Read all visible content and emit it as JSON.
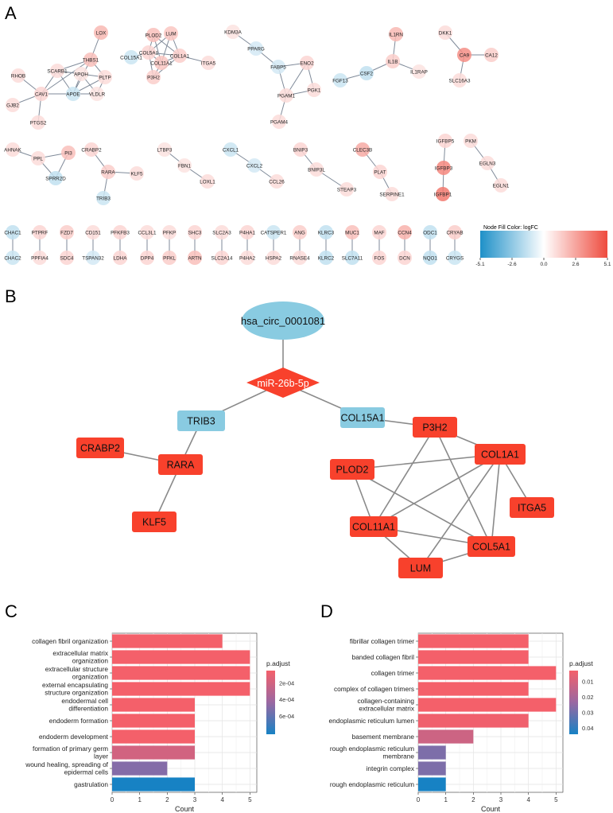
{
  "panel_labels": {
    "a": "A",
    "b": "B",
    "c": "C",
    "d": "D"
  },
  "colors": {
    "up": "#f2604f",
    "down": "#7ec4dc",
    "node_red": "#f8412c",
    "node_blue": "#89cbe1",
    "edge": "#8a8a8a"
  },
  "panel_a": {
    "legend": {
      "title": "Node Fill Color:  logFC",
      "ticks": [
        "-5.1",
        "-2.6",
        "0.0",
        "2.6",
        "5.1"
      ]
    },
    "nodes": [
      {
        "id": "LOX",
        "fc": 2.0
      },
      {
        "id": "THBS1",
        "fc": 1.8
      },
      {
        "id": "RHOB",
        "fc": 1.0
      },
      {
        "id": "SCARB1",
        "fc": 1.0
      },
      {
        "id": "APOH",
        "fc": 0.8
      },
      {
        "id": "PLTP",
        "fc": 1.0
      },
      {
        "id": "CAV1",
        "fc": 1.2
      },
      {
        "id": "APOE",
        "fc": -1.2
      },
      {
        "id": "VLDLR",
        "fc": 0.8
      },
      {
        "id": "GJB2",
        "fc": 1.0
      },
      {
        "id": "PTGS2",
        "fc": 1.0
      },
      {
        "id": "PLOD2",
        "fc": 1.8
      },
      {
        "id": "LUM",
        "fc": 1.6
      },
      {
        "id": "COL5A1",
        "fc": 1.2
      },
      {
        "id": "COL15A1",
        "fc": -1.2
      },
      {
        "id": "COL11A1",
        "fc": 1.6
      },
      {
        "id": "COL1A1",
        "fc": 1.4
      },
      {
        "id": "ITGA5",
        "fc": 1.0
      },
      {
        "id": "P3H2",
        "fc": 1.4
      },
      {
        "id": "KDM3A",
        "fc": 0.8
      },
      {
        "id": "PPARG",
        "fc": -1.0
      },
      {
        "id": "FABP5",
        "fc": -1.0
      },
      {
        "id": "ENO2",
        "fc": 1.2
      },
      {
        "id": "PGK1",
        "fc": 1.0
      },
      {
        "id": "PGAM1",
        "fc": 1.0
      },
      {
        "id": "PGAM4",
        "fc": 1.0
      },
      {
        "id": "IL1RN",
        "fc": 2.0
      },
      {
        "id": "IL1B",
        "fc": 1.4
      },
      {
        "id": "CSF2",
        "fc": -1.4
      },
      {
        "id": "FGF13",
        "fc": -1.2
      },
      {
        "id": "IL1RAP",
        "fc": 0.8
      },
      {
        "id": "DKK1",
        "fc": 1.0
      },
      {
        "id": "CA9",
        "fc": 3.2
      },
      {
        "id": "CA12",
        "fc": 1.4
      },
      {
        "id": "SLC16A3",
        "fc": 1.0
      },
      {
        "id": "AHNAK",
        "fc": 1.0
      },
      {
        "id": "PPL",
        "fc": 1.0
      },
      {
        "id": "PI3",
        "fc": 1.8
      },
      {
        "id": "SPRR2D",
        "fc": -1.4
      },
      {
        "id": "CRABP2",
        "fc": 1.2
      },
      {
        "id": "RARA",
        "fc": 1.4
      },
      {
        "id": "KLF5",
        "fc": 1.0
      },
      {
        "id": "TRIB3",
        "fc": -1.2
      },
      {
        "id": "LTBP3",
        "fc": 0.8
      },
      {
        "id": "FBN1",
        "fc": 0.8
      },
      {
        "id": "LOXL1",
        "fc": 1.0
      },
      {
        "id": "CXCL1",
        "fc": -1.2
      },
      {
        "id": "CXCL2",
        "fc": -1.0
      },
      {
        "id": "CCL26",
        "fc": 1.0
      },
      {
        "id": "BNIP3",
        "fc": 1.2
      },
      {
        "id": "BNIP3L",
        "fc": 1.0
      },
      {
        "id": "STEAP3",
        "fc": 1.0
      },
      {
        "id": "CLEC3B",
        "fc": 2.4
      },
      {
        "id": "PLAT",
        "fc": 1.2
      },
      {
        "id": "SERPINE1",
        "fc": 1.0
      },
      {
        "id": "IGFBP5",
        "fc": 1.2
      },
      {
        "id": "IGFBP3",
        "fc": 3.4
      },
      {
        "id": "IGFBP1",
        "fc": 3.8
      },
      {
        "id": "PKM",
        "fc": 1.0
      },
      {
        "id": "EGLN3",
        "fc": 1.0
      },
      {
        "id": "EGLN1",
        "fc": 1.0
      },
      {
        "id": "CHAC1",
        "fc": -1.4
      },
      {
        "id": "CHAC2",
        "fc": -1.2
      },
      {
        "id": "PTPRF",
        "fc": 1.2
      },
      {
        "id": "PPFIA4",
        "fc": 1.0
      },
      {
        "id": "FZD7",
        "fc": 1.4
      },
      {
        "id": "SDC4",
        "fc": 1.2
      },
      {
        "id": "CD151",
        "fc": 1.0
      },
      {
        "id": "TSPAN32",
        "fc": -1.0
      },
      {
        "id": "PFKFB3",
        "fc": 1.2
      },
      {
        "id": "LDHA",
        "fc": 1.2
      },
      {
        "id": "CCL3L1",
        "fc": 1.0
      },
      {
        "id": "DPP4",
        "fc": 1.2
      },
      {
        "id": "PFKP",
        "fc": 1.0
      },
      {
        "id": "PFKL",
        "fc": 1.4
      },
      {
        "id": "SHC3",
        "fc": 1.2
      },
      {
        "id": "ARTN",
        "fc": 1.8
      },
      {
        "id": "SLC2A3",
        "fc": 1.0
      },
      {
        "id": "SLC2A14",
        "fc": 1.2
      },
      {
        "id": "P4HA1",
        "fc": 1.2
      },
      {
        "id": "P4HA2",
        "fc": 1.0
      },
      {
        "id": "CATSPER1",
        "fc": -1.2
      },
      {
        "id": "HSPA2",
        "fc": 1.0
      },
      {
        "id": "ANG",
        "fc": 1.4
      },
      {
        "id": "RNASE4",
        "fc": 1.0
      },
      {
        "id": "KLRC3",
        "fc": -1.4
      },
      {
        "id": "KLRC2",
        "fc": -1.4
      },
      {
        "id": "MUC1",
        "fc": 1.8
      },
      {
        "id": "SLC7A11",
        "fc": -1.4
      },
      {
        "id": "MAF",
        "fc": 1.2
      },
      {
        "id": "FOS",
        "fc": 1.2
      },
      {
        "id": "CCN4",
        "fc": 2.2
      },
      {
        "id": "DCN",
        "fc": 1.2
      },
      {
        "id": "ODC1",
        "fc": -1.4
      },
      {
        "id": "NQO1",
        "fc": -1.4
      },
      {
        "id": "CRYAB",
        "fc": 1.4
      },
      {
        "id": "CRYGS",
        "fc": -1.2
      }
    ],
    "edges": [
      [
        "LOX",
        "THBS1"
      ],
      [
        "THBS1",
        "SCARB1"
      ],
      [
        "THBS1",
        "APOE"
      ],
      [
        "THBS1",
        "CAV1"
      ],
      [
        "THBS1",
        "PLTP"
      ],
      [
        "SCARB1",
        "APOE"
      ],
      [
        "SCARB1",
        "CAV1"
      ],
      [
        "SCARB1",
        "APOH"
      ],
      [
        "SCARB1",
        "PLTP"
      ],
      [
        "APOH",
        "APOE"
      ],
      [
        "APOH",
        "VLDLR"
      ],
      [
        "PLTP",
        "APOE"
      ],
      [
        "PLTP",
        "VLDLR"
      ],
      [
        "APOE",
        "VLDLR"
      ],
      [
        "CAV1",
        "APOE"
      ],
      [
        "CAV1",
        "RHOB"
      ],
      [
        "CAV1",
        "GJB2"
      ],
      [
        "CAV1",
        "PTGS2"
      ],
      [
        "CAV1",
        "VLDLR"
      ],
      [
        "PLOD2",
        "COL5A1"
      ],
      [
        "PLOD2",
        "COL11A1"
      ],
      [
        "PLOD2",
        "COL1A1"
      ],
      [
        "LUM",
        "COL5A1"
      ],
      [
        "LUM",
        "COL1A1"
      ],
      [
        "LUM",
        "COL11A1"
      ],
      [
        "COL15A1",
        "COL5A1"
      ],
      [
        "COL5A1",
        "COL11A1"
      ],
      [
        "COL5A1",
        "COL1A1"
      ],
      [
        "COL11A1",
        "COL1A1"
      ],
      [
        "COL1A1",
        "ITGA5"
      ],
      [
        "P3H2",
        "COL5A1"
      ],
      [
        "P3H2",
        "COL1A1"
      ],
      [
        "P3H2",
        "COL11A1"
      ],
      [
        "KDM3A",
        "PPARG"
      ],
      [
        "PPARG",
        "FABP5"
      ],
      [
        "FABP5",
        "ENO2"
      ],
      [
        "FABP5",
        "PGAM1"
      ],
      [
        "ENO2",
        "PGK1"
      ],
      [
        "ENO2",
        "PGAM1"
      ],
      [
        "PGK1",
        "PGAM1"
      ],
      [
        "PGAM1",
        "PGAM4"
      ],
      [
        "IL1RN",
        "IL1B"
      ],
      [
        "IL1B",
        "CSF2"
      ],
      [
        "IL1B",
        "IL1RAP"
      ],
      [
        "CSF2",
        "FGF13"
      ],
      [
        "DKK1",
        "CA9"
      ],
      [
        "CA9",
        "CA12"
      ],
      [
        "CA9",
        "SLC16A3"
      ],
      [
        "AHNAK",
        "PPL"
      ],
      [
        "PPL",
        "PI3"
      ],
      [
        "PPL",
        "SPRR2D"
      ],
      [
        "PI3",
        "SPRR2D"
      ],
      [
        "CRABP2",
        "RARA"
      ],
      [
        "RARA",
        "KLF5"
      ],
      [
        "RARA",
        "TRIB3"
      ],
      [
        "LTBP3",
        "FBN1"
      ],
      [
        "FBN1",
        "LOXL1"
      ],
      [
        "CXCL1",
        "CXCL2"
      ],
      [
        "CXCL2",
        "CCL26"
      ],
      [
        "BNIP3",
        "BNIP3L"
      ],
      [
        "BNIP3L",
        "STEAP3"
      ],
      [
        "CLEC3B",
        "PLAT"
      ],
      [
        "PLAT",
        "SERPINE1"
      ],
      [
        "IGFBP5",
        "IGFBP3"
      ],
      [
        "IGFBP3",
        "IGFBP1"
      ],
      [
        "PKM",
        "EGLN3"
      ],
      [
        "EGLN3",
        "EGLN1"
      ],
      [
        "CHAC1",
        "CHAC2"
      ],
      [
        "PTPRF",
        "PPFIA4"
      ],
      [
        "FZD7",
        "SDC4"
      ],
      [
        "CD151",
        "TSPAN32"
      ],
      [
        "PFKFB3",
        "LDHA"
      ],
      [
        "CCL3L1",
        "DPP4"
      ],
      [
        "PFKP",
        "PFKL"
      ],
      [
        "SHC3",
        "ARTN"
      ],
      [
        "SLC2A3",
        "SLC2A14"
      ],
      [
        "P4HA1",
        "P4HA2"
      ],
      [
        "CATSPER1",
        "HSPA2"
      ],
      [
        "ANG",
        "RNASE4"
      ],
      [
        "KLRC3",
        "KLRC2"
      ],
      [
        "MUC1",
        "SLC7A11"
      ],
      [
        "MAF",
        "FOS"
      ],
      [
        "CCN4",
        "DCN"
      ],
      [
        "ODC1",
        "NQO1"
      ],
      [
        "CRYAB",
        "CRYGS"
      ]
    ]
  },
  "panel_b": {
    "circ": "hsa_circ_0001081",
    "mirna": "miR-26b-5p",
    "nodes": [
      {
        "id": "TRIB3",
        "type": "down"
      },
      {
        "id": "COL15A1",
        "type": "down"
      },
      {
        "id": "CRABP2",
        "type": "up"
      },
      {
        "id": "RARA",
        "type": "up"
      },
      {
        "id": "KLF5",
        "type": "up"
      },
      {
        "id": "P3H2",
        "type": "up"
      },
      {
        "id": "COL1A1",
        "type": "up"
      },
      {
        "id": "PLOD2",
        "type": "up"
      },
      {
        "id": "ITGA5",
        "type": "up"
      },
      {
        "id": "COL11A1",
        "type": "up"
      },
      {
        "id": "COL5A1",
        "type": "up"
      },
      {
        "id": "LUM",
        "type": "up"
      }
    ],
    "edges": [
      [
        "circ",
        "mirna"
      ],
      [
        "mirna",
        "TRIB3"
      ],
      [
        "mirna",
        "COL15A1"
      ],
      [
        "CRABP2",
        "RARA"
      ],
      [
        "TRIB3",
        "RARA"
      ],
      [
        "RARA",
        "KLF5"
      ],
      [
        "COL15A1",
        "P3H2"
      ],
      [
        "P3H2",
        "COL1A1"
      ],
      [
        "P3H2",
        "COL11A1"
      ],
      [
        "P3H2",
        "COL5A1"
      ],
      [
        "PLOD2",
        "COL1A1"
      ],
      [
        "PLOD2",
        "COL11A1"
      ],
      [
        "PLOD2",
        "COL5A1"
      ],
      [
        "COL1A1",
        "ITGA5"
      ],
      [
        "COL1A1",
        "COL11A1"
      ],
      [
        "COL1A1",
        "COL5A1"
      ],
      [
        "COL1A1",
        "LUM"
      ],
      [
        "COL11A1",
        "COL5A1"
      ],
      [
        "COL11A1",
        "LUM"
      ],
      [
        "LUM",
        "COL5A1"
      ]
    ]
  },
  "chart_data": [
    {
      "type": "bar",
      "panel": "C",
      "categories": [
        "collagen fibril organization",
        "extracellular matrix\norganization",
        "extracellular structure\norganization",
        "external encapsulating\nstructure organization",
        "endodermal cell\ndifferentiation",
        "endoderm formation",
        "endoderm development",
        "formation of primary germ\nlayer",
        "wound healing, spreading of\nepidermal cells",
        "gastrulation"
      ],
      "values": [
        4,
        5,
        5,
        5,
        3,
        3,
        3,
        3,
        2,
        3
      ],
      "p_adjust": [
        5e-05,
        5e-05,
        5e-05,
        5e-05,
        5e-05,
        5e-05,
        5e-05,
        0.0002,
        0.0005,
        0.00082
      ],
      "xlabel": "Count",
      "xlim": [
        0,
        5.25
      ],
      "x_ticks": [
        "0",
        "1",
        "2",
        "3",
        "4",
        "5"
      ],
      "legend": {
        "title": "p.adjust",
        "ticks": [
          "2e-04",
          "4e-04",
          "6e-04"
        ],
        "range": [
          5e-05,
          0.00082
        ],
        "tick_values": [
          0.0002,
          0.0004,
          0.0006
        ]
      }
    },
    {
      "type": "bar",
      "panel": "D",
      "categories": [
        "fibrillar collagen trimer",
        "banded collagen fibril",
        "collagen trimer",
        "complex of collagen trimers",
        "collagen-containing\nextracellular matrix",
        "endoplasmic reticulum lumen",
        "basement membrane",
        "rough endoplasmic reticulum\nmembrane",
        "integrin complex",
        "rough endoplasmic reticulum"
      ],
      "values": [
        4,
        4,
        5,
        4,
        5,
        4,
        2,
        1,
        1,
        1
      ],
      "p_adjust": [
        0.003,
        0.003,
        0.003,
        0.003,
        0.003,
        0.004,
        0.012,
        0.028,
        0.028,
        0.044
      ],
      "xlabel": "Count",
      "xlim": [
        0,
        5.25
      ],
      "x_ticks": [
        "0",
        "1",
        "2",
        "3",
        "4",
        "5"
      ],
      "legend": {
        "title": "p.adjust",
        "ticks": [
          "0.01",
          "0.02",
          "0.03",
          "0.04"
        ],
        "range": [
          0.003,
          0.044
        ],
        "tick_values": [
          0.01,
          0.02,
          0.03,
          0.04
        ]
      }
    }
  ]
}
